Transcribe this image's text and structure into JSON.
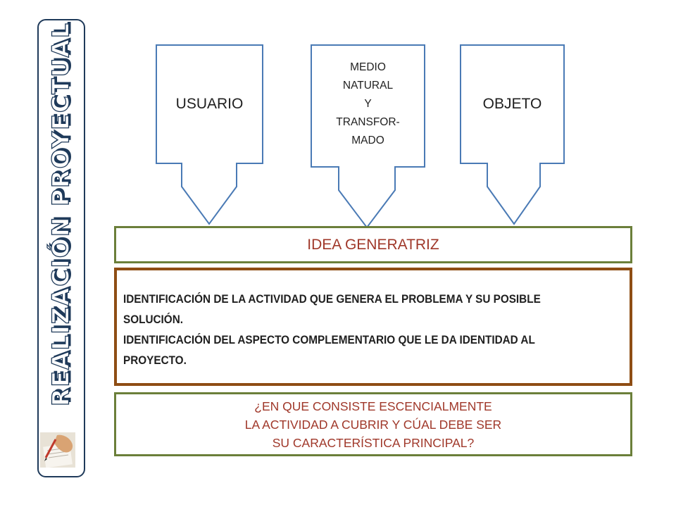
{
  "banner": {
    "title": "REALIZACIÓN PROYECTUAL",
    "photo_icon": "hand-writing-photo-icon"
  },
  "inputs": [
    {
      "label_lines": [
        "USUARIO"
      ]
    },
    {
      "label_lines": [
        "MEDIO",
        "NATURAL",
        "Y",
        "TRANSFOR-",
        "MADO"
      ]
    },
    {
      "label_lines": [
        "OBJETO"
      ]
    }
  ],
  "idea": {
    "label": "IDEA GENERATRIZ"
  },
  "identification": {
    "lines": [
      "IDENTIFICACIÓN DE LA ACTIVIDAD QUE GENERA EL PROBLEMA Y SU POSIBLE",
      "SOLUCIÓN.",
      "IDENTIFICACIÓN DEL ASPECTO COMPLEMENTARIO QUE LE DA IDENTIDAD AL",
      "PROYECTO."
    ]
  },
  "question": {
    "lines": [
      "¿EN QUE CONSISTE ESCENCIALMENTE",
      "LA ACTIVIDAD A CUBRIR Y CÚAL DEBE SER",
      "SU CARACTERÍSTICA PRINCIPAL?"
    ]
  },
  "colors": {
    "arrow_stroke": "#4a7ab5",
    "banner_border": "#1f3a5a",
    "green_border": "#6b7f3a",
    "brown_border": "#8e4d14",
    "accent_text": "#a0382a"
  }
}
